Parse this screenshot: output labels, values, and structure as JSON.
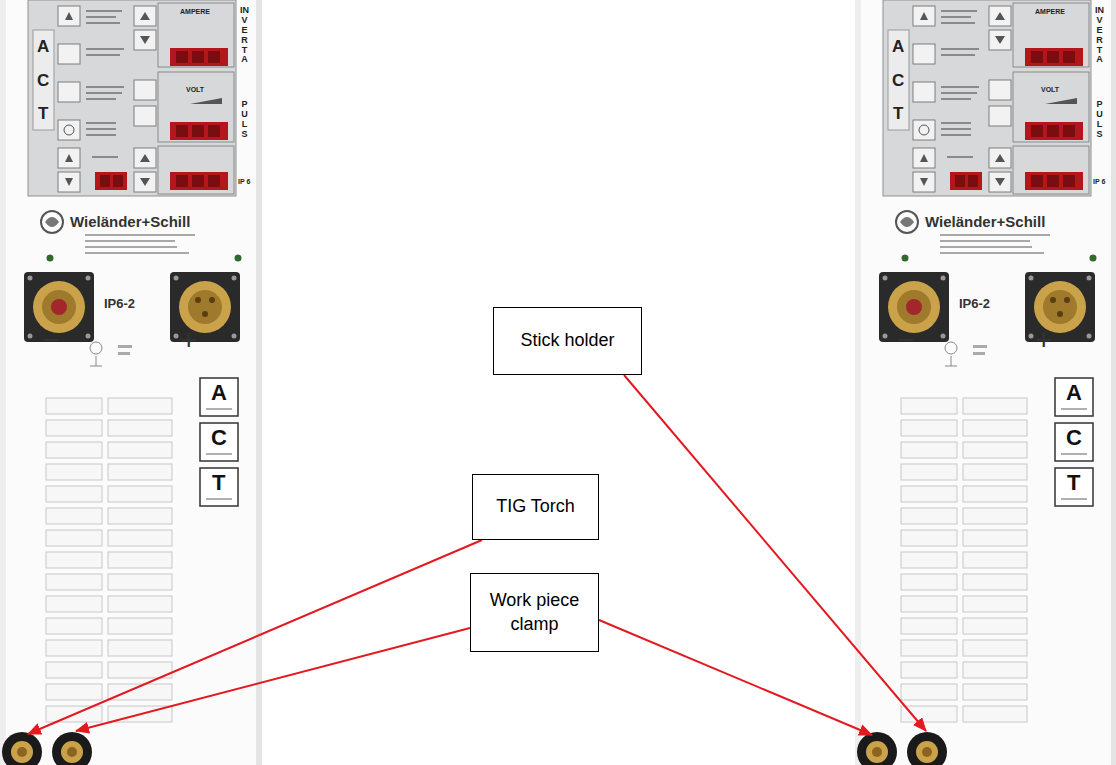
{
  "diagram": {
    "nodes": [
      {
        "text": [
          "Stick holder"
        ]
      },
      {
        "text": [
          "TIG Torch"
        ]
      },
      {
        "text": [
          "Work piece clamp"
        ]
      }
    ],
    "labels": [
      "A",
      "C",
      "T",
      "AMPERE",
      "VOLT",
      "INVERTA",
      "PULS",
      "IP 6",
      "Wieländer+Schill",
      "IP6-2",
      "−",
      "+",
      "A",
      "C",
      "T",
      "A",
      "C",
      "T",
      "AMPERE",
      "VOLT",
      "INVERTA",
      "PULS",
      "IP 6",
      "Wieländer+Schill",
      "IP6-2",
      "−",
      "+",
      "A",
      "C",
      "T"
    ]
  }
}
